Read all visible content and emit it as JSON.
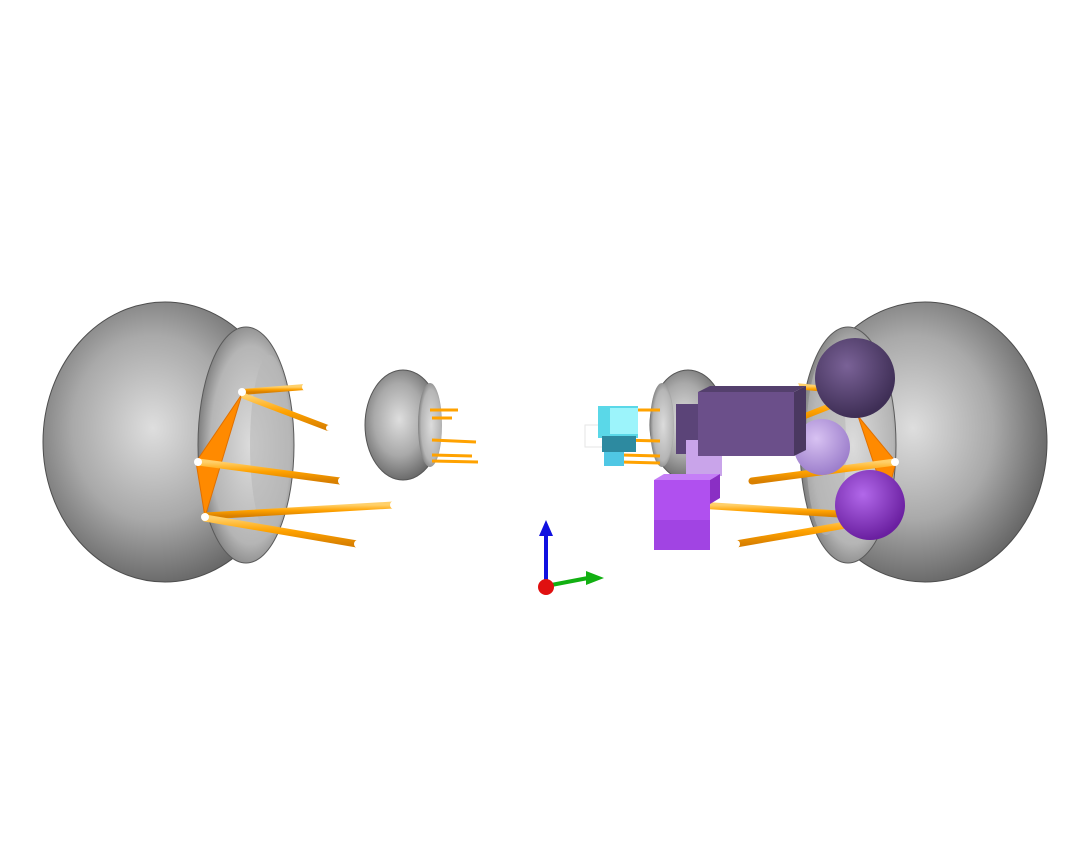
{
  "viewport": {
    "background": "#ffffff"
  },
  "scene": {
    "objects": [
      {
        "name": "front-left-wheel",
        "icon": "wheel-icon",
        "color": "#9a9a9a"
      },
      {
        "name": "front-right-wheel",
        "icon": "wheel-icon",
        "color": "#9a9a9a"
      },
      {
        "name": "rear-left-wheel",
        "icon": "wheel-icon",
        "color": "#9a9a9a"
      },
      {
        "name": "rear-right-wheel",
        "icon": "wheel-icon",
        "color": "#9a9a9a"
      },
      {
        "name": "suspension-links",
        "icon": "rod-icon",
        "color": "#ffa200"
      },
      {
        "name": "upright-triangles",
        "icon": "triangle-icon",
        "color": "#ff8a00"
      },
      {
        "name": "steering-rack",
        "icon": "rod-icon",
        "color": "#ffa200"
      },
      {
        "name": "actuator-boxes",
        "icon": "box-icon",
        "color": "#6b4f8a"
      },
      {
        "name": "sensor-spheres",
        "icon": "sphere-icon",
        "color": "#9d4fd6"
      },
      {
        "name": "cyan-sensor-block",
        "icon": "box-icon",
        "color": "#5ad8e8"
      }
    ]
  },
  "axes_gizmo": {
    "x_color": "#e01010",
    "y_color": "#12b012",
    "z_color": "#1010e0"
  }
}
